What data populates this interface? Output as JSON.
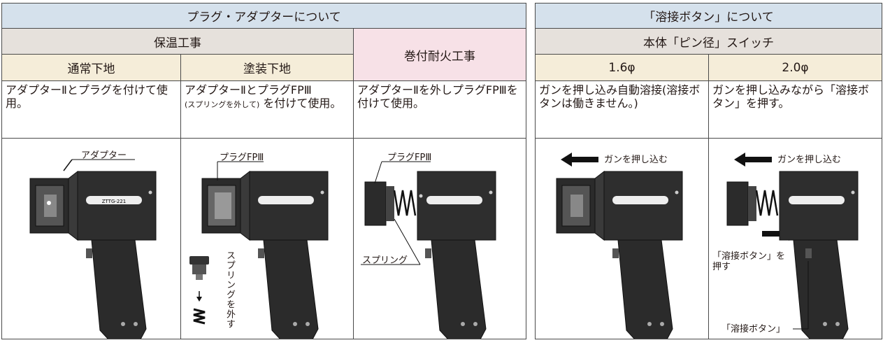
{
  "left_table": {
    "title": "プラグ・アダプターについて",
    "insulation": "保温工事",
    "fireproof": "巻付耐火工事",
    "normal_base": "通常下地",
    "painted_base": "塗装下地",
    "desc_normal": "アダプターⅡとプラグを付けて使用。",
    "desc_painted_1": "アダプターⅡとプラグFPⅢ",
    "desc_painted_2": "(スプリングを外して)",
    "desc_painted_3": "を付けて使用。",
    "desc_fireproof": "アダプターⅡを外しプラグFPⅢを付けて使用。",
    "label_adapter": "アダプター",
    "label_plug_fp3": "プラグFPⅢ",
    "label_remove_spring": "スプリングを外す",
    "label_spring": "スプリング",
    "gun_badge": "ZTTG-221"
  },
  "right_table": {
    "title": "「溶接ボタン」について",
    "pin_switch": "本体「ピン径」スイッチ",
    "size_16": "1.6φ",
    "size_20": "2.0φ",
    "desc_16": "ガンを押し込み自動溶接(溶接ボタンは働きません。)",
    "desc_20": "ガンを押し込みながら「溶接ボタン」を押す。",
    "label_push_gun": "ガンを押し込む",
    "label_press_button_1": "「溶接ボタン」を",
    "label_press_button_2": "押す",
    "label_weld_button": "「溶接ボタン」"
  }
}
